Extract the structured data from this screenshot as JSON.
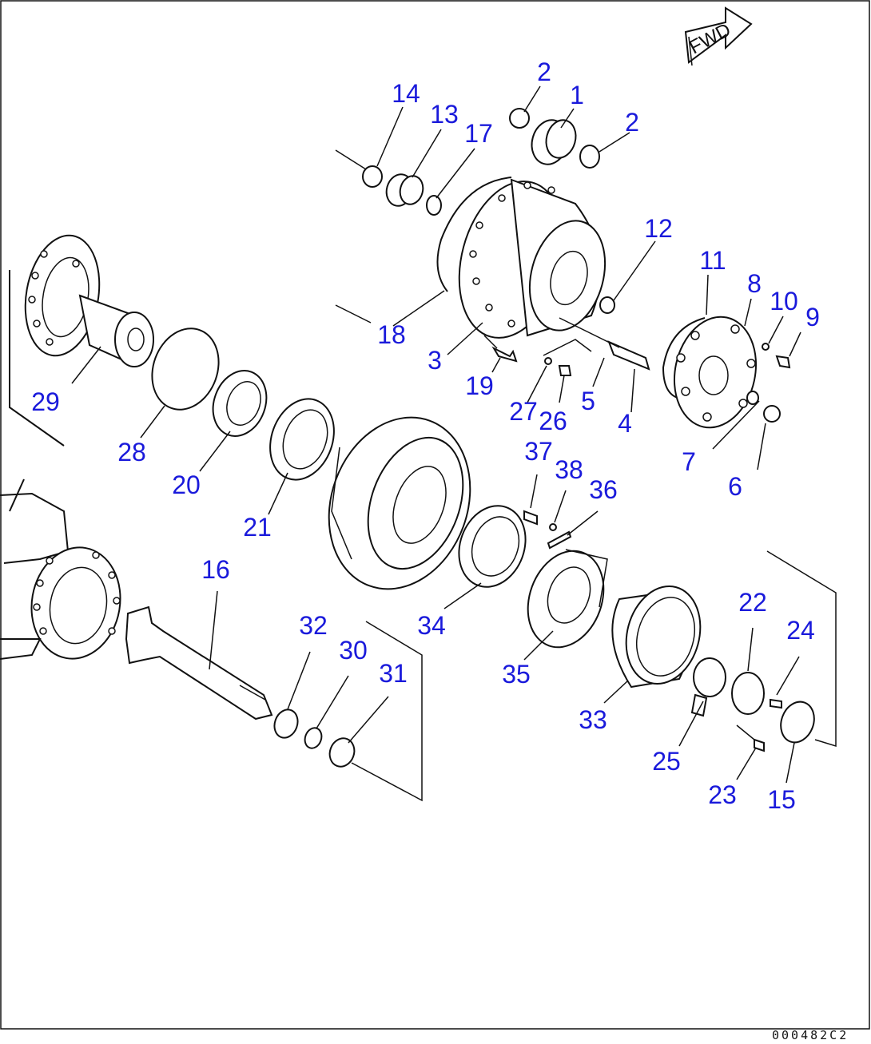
{
  "diagram": {
    "direction_marker": "FWD",
    "reference_code": "000482C2",
    "part_numbers": [
      "1",
      "2",
      "2",
      "3",
      "4",
      "5",
      "6",
      "7",
      "8",
      "9",
      "10",
      "11",
      "12",
      "13",
      "14",
      "15",
      "16",
      "17",
      "18",
      "19",
      "20",
      "21",
      "22",
      "23",
      "24",
      "25",
      "26",
      "27",
      "28",
      "29",
      "30",
      "31",
      "32",
      "33",
      "34",
      "35",
      "36",
      "37",
      "38"
    ]
  },
  "colors": {
    "label": "#1a1adb",
    "line": "#111111",
    "background": "#ffffff"
  }
}
